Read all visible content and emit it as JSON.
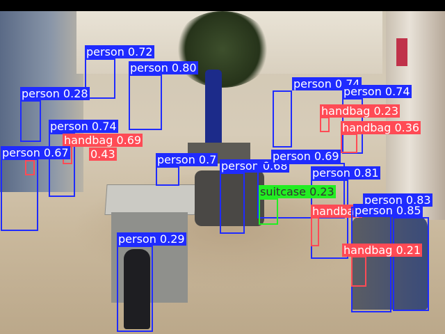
{
  "colors": {
    "person": "#1f2bff",
    "handbag": "#ff4b55",
    "suitcase": "#22ee22"
  },
  "detections": [
    {
      "cls": "person",
      "label": "person 0.72"
    },
    {
      "cls": "person",
      "label": "person 0.80"
    },
    {
      "cls": "person",
      "label": "person 0.28"
    },
    {
      "cls": "person",
      "label": "person 0.74"
    },
    {
      "cls": "handbag",
      "label": "handbag 0.69"
    },
    {
      "cls": "person",
      "label": "person 0.67"
    },
    {
      "cls": "handbag",
      "label": "0.43"
    },
    {
      "cls": "person",
      "label": "person 0.7"
    },
    {
      "cls": "person",
      "label": "person 0.68"
    },
    {
      "cls": "person",
      "label": "person 0.69"
    },
    {
      "cls": "person",
      "label": "person 0.74"
    },
    {
      "cls": "person",
      "label": "person 0.74"
    },
    {
      "cls": "handbag",
      "label": "handbag 0.23"
    },
    {
      "cls": "handbag",
      "label": "handbag 0.36"
    },
    {
      "cls": "person",
      "label": "person 0.81"
    },
    {
      "cls": "suitcase",
      "label": "suitcase 0.23"
    },
    {
      "cls": "handbag",
      "label": "handbag"
    },
    {
      "cls": "person",
      "label": "person 0.83"
    },
    {
      "cls": "person",
      "label": "person 0.85"
    },
    {
      "cls": "handbag",
      "label": "handbag 0.21"
    },
    {
      "cls": "person",
      "label": "person 0.29"
    }
  ]
}
